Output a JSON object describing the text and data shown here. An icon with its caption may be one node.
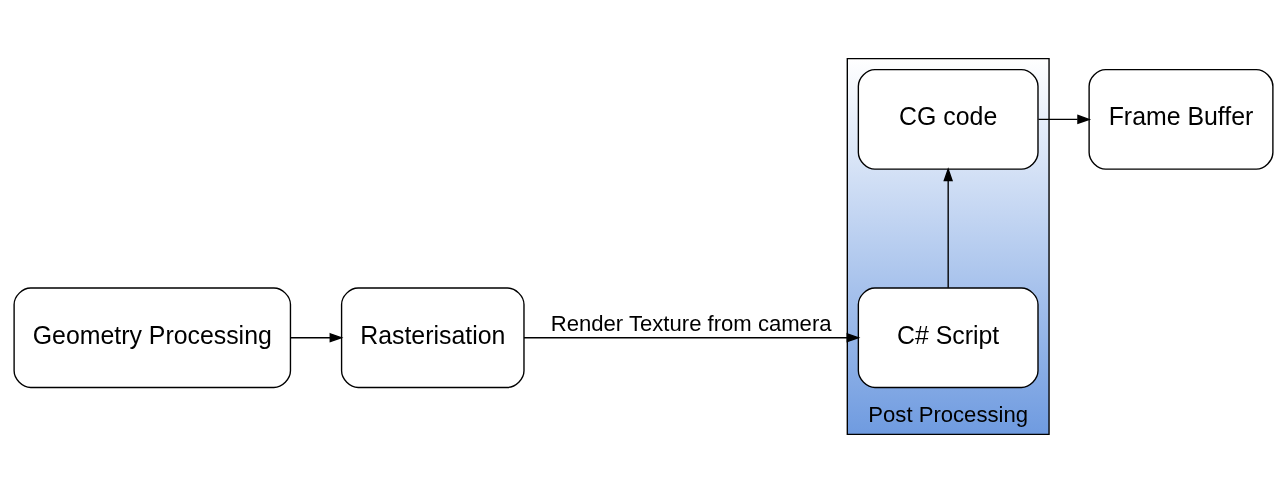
{
  "diagram": {
    "nodes": [
      {
        "text": [
          "Geometry Processing"
        ]
      },
      {
        "text": [
          "Rasterisation"
        ]
      },
      {
        "text": [
          "Post Processing"
        ]
      },
      {
        "text": [
          "C# Script"
        ],
        "in": 2
      },
      {
        "text": [
          "CG code"
        ],
        "in": 2
      },
      {
        "text": [
          "Frame Buffer"
        ]
      }
    ],
    "edges": [
      {
        "from": 0,
        "to": 1,
        "arrow": "to"
      },
      {
        "from": 1,
        "to": 3,
        "arrow": "to",
        "label": "Render Texture from camera"
      },
      {
        "from": 3,
        "to": 4,
        "arrow": "to"
      },
      {
        "from": 4,
        "to": 5,
        "arrow": "to"
      }
    ]
  }
}
